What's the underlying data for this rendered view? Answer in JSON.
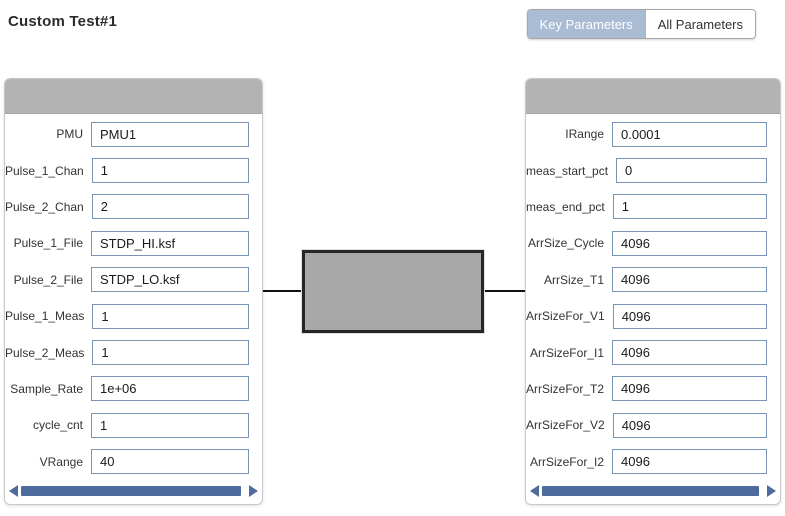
{
  "title": "Custom Test#1",
  "toolbar": {
    "buttons": [
      {
        "label": "Key Parameters",
        "selected": true
      },
      {
        "label": "All Parameters",
        "selected": false
      }
    ]
  },
  "left_panel": {
    "fields": [
      {
        "label": "PMU",
        "value": "PMU1"
      },
      {
        "label": "Pulse_1_Chan",
        "value": "1"
      },
      {
        "label": "Pulse_2_Chan",
        "value": "2"
      },
      {
        "label": "Pulse_1_File",
        "value": "STDP_HI.ksf"
      },
      {
        "label": "Pulse_2_File",
        "value": "STDP_LO.ksf"
      },
      {
        "label": "Pulse_1_Meas",
        "value": "1"
      },
      {
        "label": "Pulse_2_Meas",
        "value": "1"
      },
      {
        "label": "Sample_Rate",
        "value": "1e+06"
      },
      {
        "label": "cycle_cnt",
        "value": "1"
      },
      {
        "label": "VRange",
        "value": "40"
      }
    ]
  },
  "right_panel": {
    "fields": [
      {
        "label": "IRange",
        "value": "0.0001"
      },
      {
        "label": "meas_start_pct",
        "value": "0"
      },
      {
        "label": "meas_end_pct",
        "value": "1"
      },
      {
        "label": "ArrSize_Cycle",
        "value": "4096"
      },
      {
        "label": "ArrSize_T1",
        "value": "4096"
      },
      {
        "label": "ArrSizeFor_V1",
        "value": "4096"
      },
      {
        "label": "ArrSizeFor_I1",
        "value": "4096"
      },
      {
        "label": "ArrSizeFor_T2",
        "value": "4096"
      },
      {
        "label": "ArrSizeFor_V2",
        "value": "4096"
      },
      {
        "label": "ArrSizeFor_I2",
        "value": "4096"
      }
    ]
  },
  "diagram": {
    "shape": "device-under-test-rectangle"
  },
  "colors": {
    "selected_button_bg": "#a9bcd4",
    "scrollbar_blue": "#4d6b9d",
    "panel_header_gray": "#b3b3b3",
    "input_border": "#7693b5",
    "device_fill": "#a8a8a8"
  }
}
